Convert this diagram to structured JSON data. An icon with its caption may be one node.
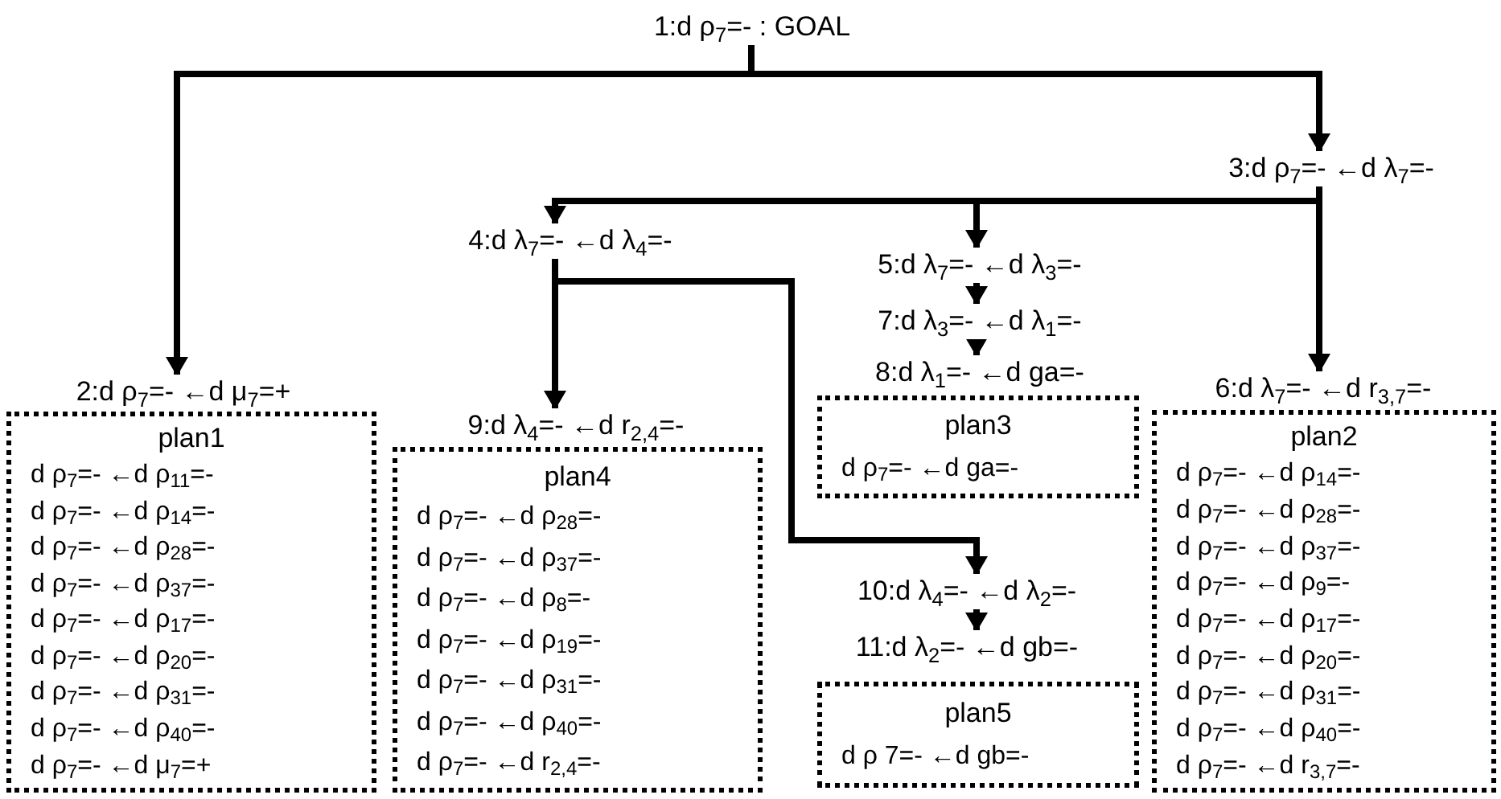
{
  "diagram": {
    "nodes": [
      {
        "text": [
          "1:d ρ$_{7}$=- : GOAL"
        ]
      },
      {
        "text": [
          "2:d ρ$_{7}$=- ←d μ$_{7}$=+"
        ]
      },
      {
        "text": [
          "3:d ρ$_{7}$=- ←d λ$_{7}$=-"
        ]
      },
      {
        "text": [
          "4:d λ$_{7}$=- ←d λ$_{4}$=-"
        ]
      },
      {
        "text": [
          "5:d λ$_{7}$=- ←d λ$_{3}$=-"
        ]
      },
      {
        "text": [
          "6:d λ$_{7}$=- ←d r$_{3,7}$=-"
        ]
      },
      {
        "text": [
          "7:d λ$_{3}$=- ←d λ$_{1}$=-"
        ]
      },
      {
        "text": [
          "8:d λ$_{1}$=- ←d ga=-"
        ]
      },
      {
        "text": [
          "9:d λ$_{4}$=- ←d r$_{2,4}$=-"
        ]
      },
      {
        "text": [
          "10:d λ$_{4}$=- ←d λ$_{2}$=-"
        ]
      },
      {
        "text": [
          "11:d λ$_{2}$=- ←d gb=-"
        ]
      },
      {
        "text": [
          "plan1",
          "d ρ$_{7}$=- ←d ρ$_{11}$=-",
          "d ρ$_{7}$=- ←d ρ$_{14}$=-",
          "d ρ$_{7}$=- ←d ρ$_{28}$=-",
          "d ρ$_{7}$=- ←d ρ$_{37}$=-",
          "d ρ$_{7}$=- ←d ρ$_{17}$=-",
          "d ρ$_{7}$=- ←d ρ$_{20}$=-",
          "d ρ$_{7}$=- ←d ρ$_{31}$=-",
          "d ρ$_{7}$=- ←d ρ$_{40}$=-",
          "d ρ$_{7}$=- ←d μ$_{7}$=+"
        ]
      },
      {
        "text": [
          "plan2",
          "d ρ$_{7}$=- ←d ρ$_{14}$=-",
          "d ρ$_{7}$=- ←d ρ$_{28}$=-",
          "d ρ$_{7}$=- ←d ρ$_{37}$=-",
          "d ρ$_{7}$=- ←d ρ$_{9}$=-",
          "d ρ$_{7}$=- ←d ρ$_{17}$=-",
          "d ρ$_{7}$=- ←d ρ$_{20}$=-",
          "d ρ$_{7}$=- ←d ρ$_{31}$=-",
          "d ρ$_{7}$=- ←d ρ$_{40}$=-",
          "d ρ$_{7}$=- ←d r$_{3,7}$=-"
        ]
      },
      {
        "text": [
          "plan3",
          "d ρ$_{7}$=- ←d ga=-"
        ]
      },
      {
        "text": [
          "plan4",
          "d ρ$_{7}$=- ←d ρ$_{28}$=-",
          "d ρ$_{7}$=- ←d ρ$_{37}$=-",
          "d ρ$_{7}$=- ←d ρ$_{8}$=-",
          "d ρ$_{7}$=- ←d ρ$_{19}$=-",
          "d ρ$_{7}$=- ←d ρ$_{31}$=-",
          "d ρ$_{7}$=- ←d ρ$_{40}$=-",
          "d ρ$_{7}$=- ←d r$_{2,4}$=-"
        ]
      },
      {
        "text": [
          "plan5",
          "d ρ 7=- ←d gb=-"
        ]
      }
    ],
    "edges": [
      {
        "from": 0,
        "to": 1,
        "arrow": "to"
      },
      {
        "from": 0,
        "to": 2,
        "arrow": "to"
      },
      {
        "from": 2,
        "to": 3,
        "arrow": "to"
      },
      {
        "from": 2,
        "to": 4,
        "arrow": "to"
      },
      {
        "from": 2,
        "to": 5,
        "arrow": "to"
      },
      {
        "from": 3,
        "to": 8,
        "arrow": "to"
      },
      {
        "from": 3,
        "to": 9,
        "arrow": "to"
      },
      {
        "from": 4,
        "to": 6,
        "arrow": "to"
      },
      {
        "from": 6,
        "to": 7,
        "arrow": "to"
      },
      {
        "from": 9,
        "to": 10,
        "arrow": "to"
      }
    ]
  }
}
